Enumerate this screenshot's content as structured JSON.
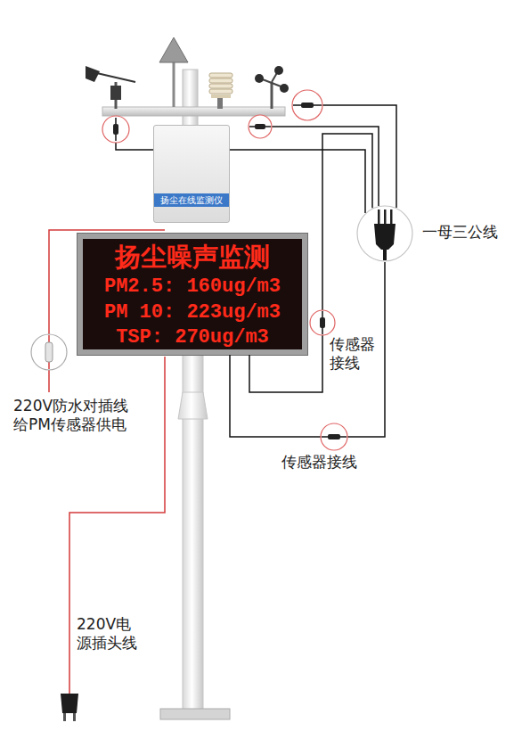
{
  "diagram": {
    "nodes": [
      {
        "text": [
          "扬尘在线监测仪"
        ]
      },
      {
        "text": [
          "扬尘噪声监测",
          "PM2.5: 160ug/m3",
          "PM 10: 223ug/m3",
          "TSP: 270ug/m3"
        ]
      },
      {
        "text": [
          "一母三公线"
        ]
      }
    ],
    "edges": [
      {
        "from": 1,
        "to": 2,
        "arrow": "none",
        "label": "传感器 接线"
      },
      {
        "from": 1,
        "to": 2,
        "arrow": "none",
        "label": "传感器接线"
      }
    ],
    "labels": [
      "220V防水对插线 给PM传感器供电",
      "220V电 源插头线"
    ]
  }
}
